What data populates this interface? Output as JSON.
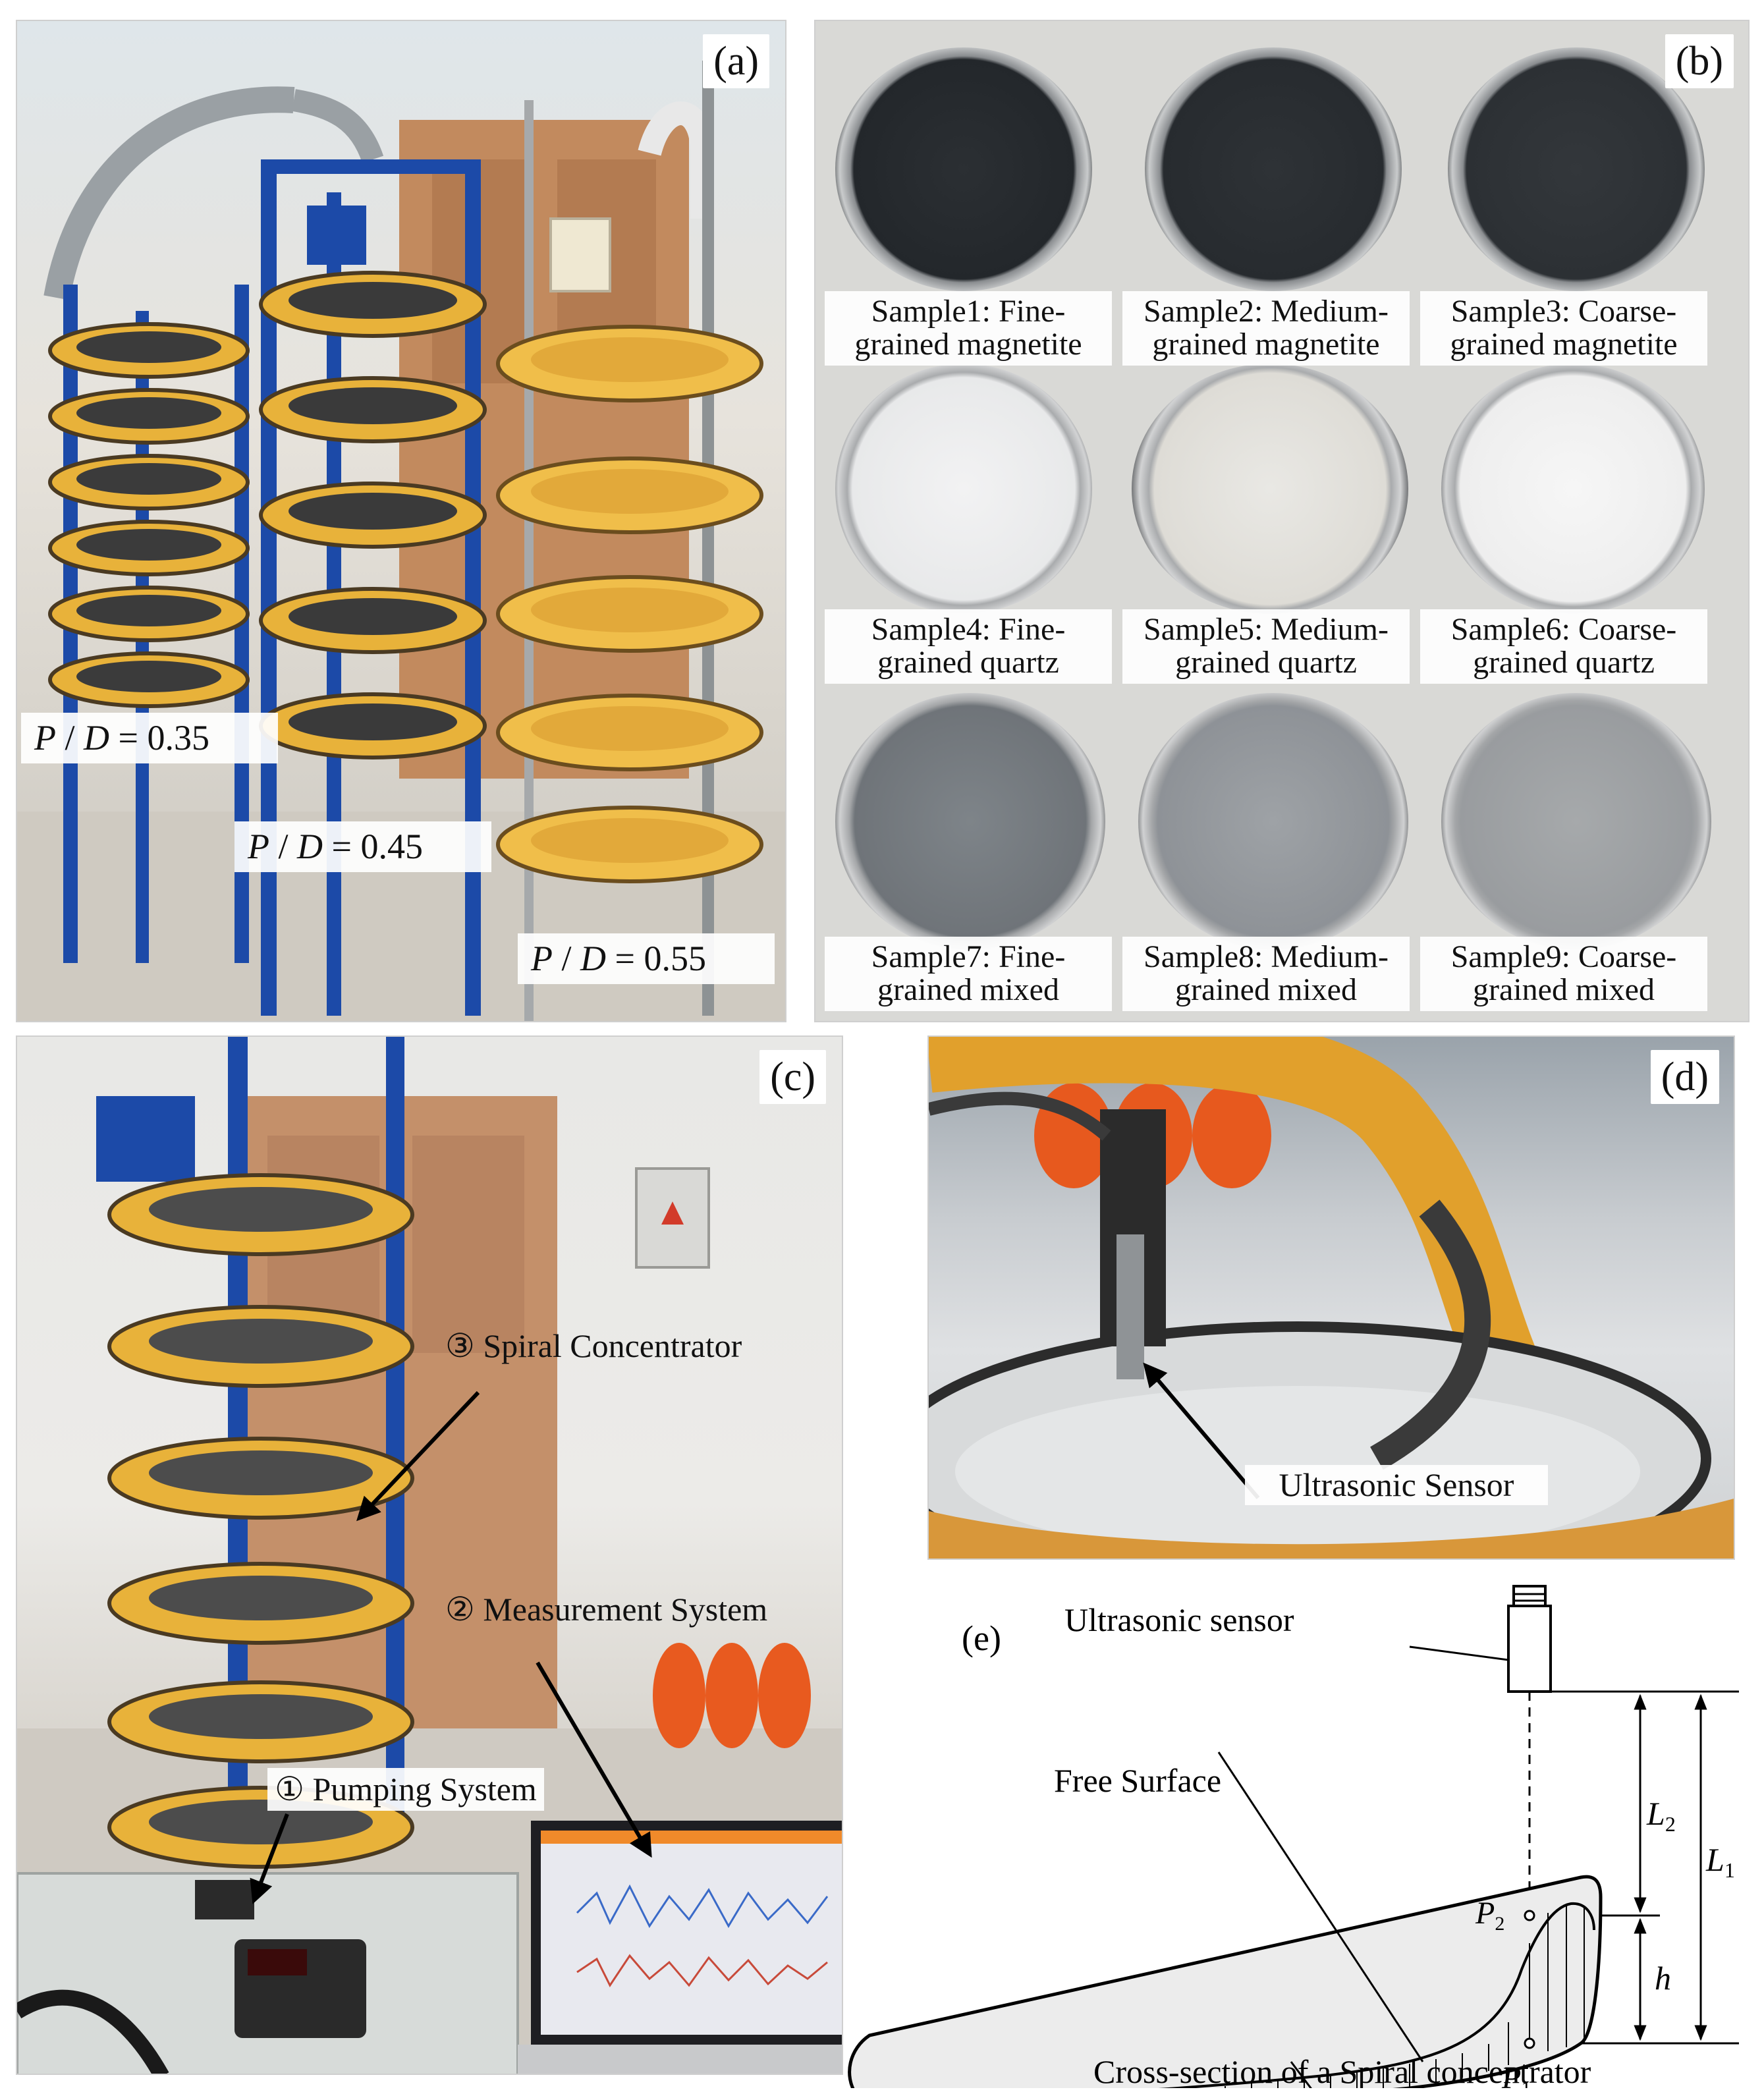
{
  "panels": {
    "a": {
      "tag": "(a)",
      "labels": [
        {
          "var_p": "P",
          "sep": " / ",
          "var_d": "D",
          "value": " = 0.35"
        },
        {
          "var_p": "P",
          "sep": " / ",
          "var_d": "D",
          "value": " = 0.45"
        },
        {
          "var_p": "P",
          "sep": " / ",
          "var_d": "D",
          "value": " = 0.55"
        }
      ]
    },
    "b": {
      "tag": "(b)",
      "samples": [
        {
          "line1": "Sample1: Fine-",
          "line2": "grained magnetite"
        },
        {
          "line1": "Sample2: Medium-",
          "line2": "grained magnetite"
        },
        {
          "line1": "Sample3: Coarse-",
          "line2": "grained magnetite"
        },
        {
          "line1": "Sample4: Fine-",
          "line2": "grained quartz"
        },
        {
          "line1": "Sample5: Medium-",
          "line2": "grained quartz"
        },
        {
          "line1": "Sample6: Coarse-",
          "line2": "grained quartz"
        },
        {
          "line1": "Sample7: Fine-",
          "line2": "grained mixed"
        },
        {
          "line1": "Sample8: Medium-",
          "line2": "grained mixed"
        },
        {
          "line1": "Sample9: Coarse-",
          "line2": "grained mixed"
        }
      ]
    },
    "c": {
      "tag": "(c)",
      "spiral_label": "③ Spiral Concentrator",
      "measurement_label": "② Measurement System",
      "pumping_label": "① Pumping System"
    },
    "d": {
      "tag": "(d)",
      "sensor_label": "Ultrasonic Sensor"
    },
    "e": {
      "tag": "(e)",
      "sensor_label": "Ultrasonic sensor",
      "free_surface_label": "Free Surface",
      "cross_section_label": "Cross-section of a Spiral concentrator",
      "l1": "L",
      "l1_sub": "1",
      "l2": "L",
      "l2_sub": "2",
      "h": "h",
      "p1": "P",
      "p1_sub": "1",
      "p2": "P",
      "p2_sub": "2"
    }
  }
}
